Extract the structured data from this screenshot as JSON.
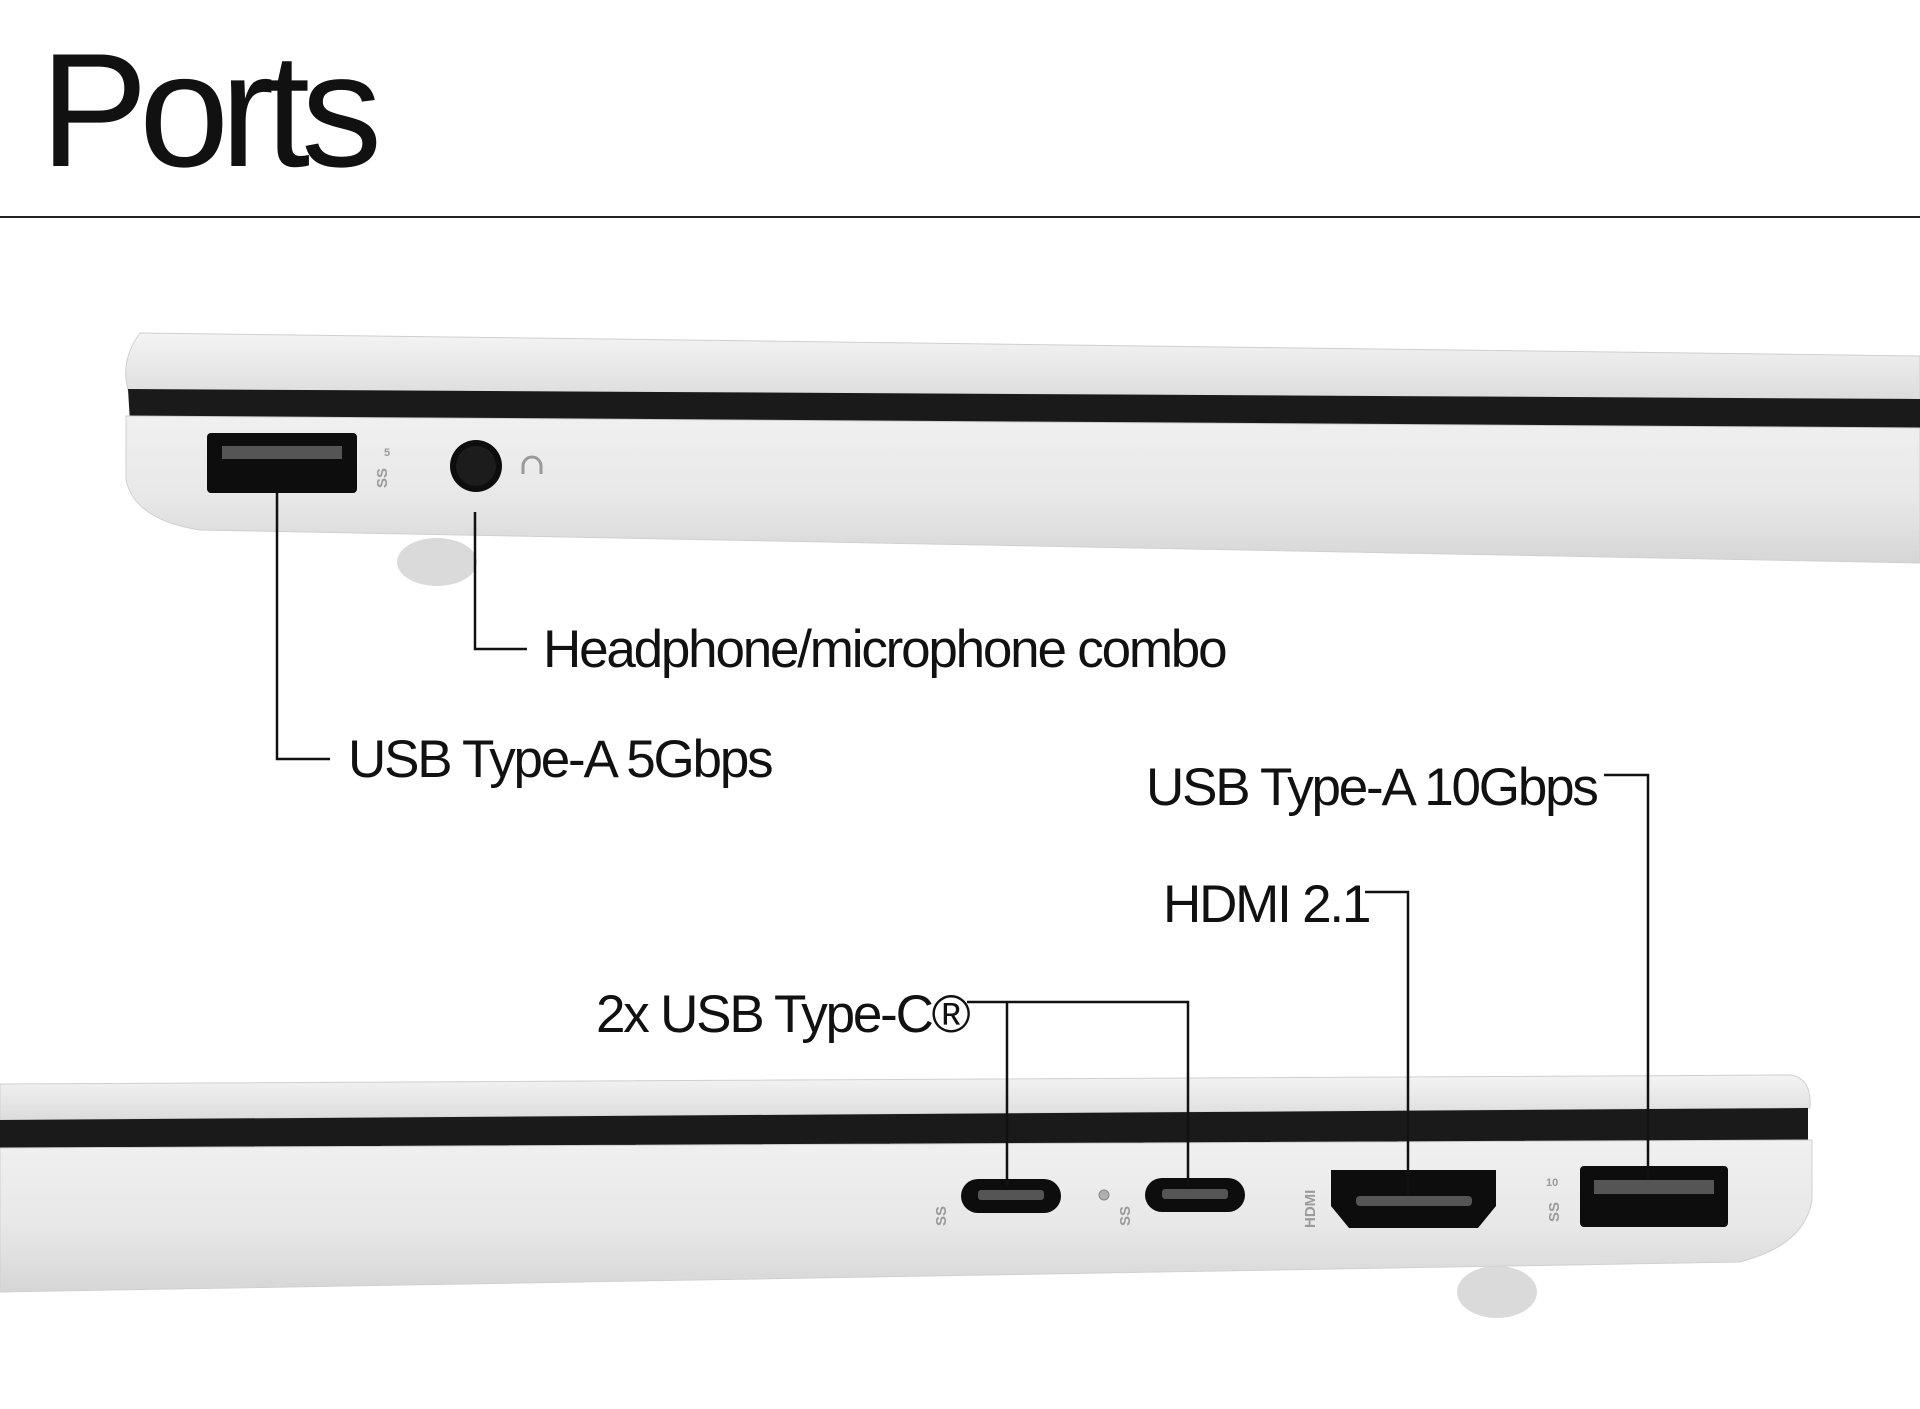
{
  "title": "Ports",
  "colors": {
    "background": "#ffffff",
    "text": "#111111",
    "chassis": "#e6e6e6",
    "port": "#0d0d0d"
  },
  "left_side": {
    "ports": [
      {
        "name": "USB Type-A 5Gbps",
        "icon": "usb-superspeed-5-icon"
      },
      {
        "name": "Headphone/microphone combo",
        "icon": "headset-icon"
      }
    ]
  },
  "right_side": {
    "ports": [
      {
        "name": "2x USB Type-C®",
        "icon": "usb-superspeed-power-icon"
      },
      {
        "name": "HDMI 2.1",
        "icon": "hdmi-logo"
      },
      {
        "name": "USB Type-A 10Gbps",
        "icon": "usb-superspeed-10-icon"
      }
    ]
  },
  "port_marks": {
    "ss": "SS",
    "usb_a_left_speed": "5",
    "usb_a_right_speed": "10",
    "hdmi": "HDMI"
  }
}
